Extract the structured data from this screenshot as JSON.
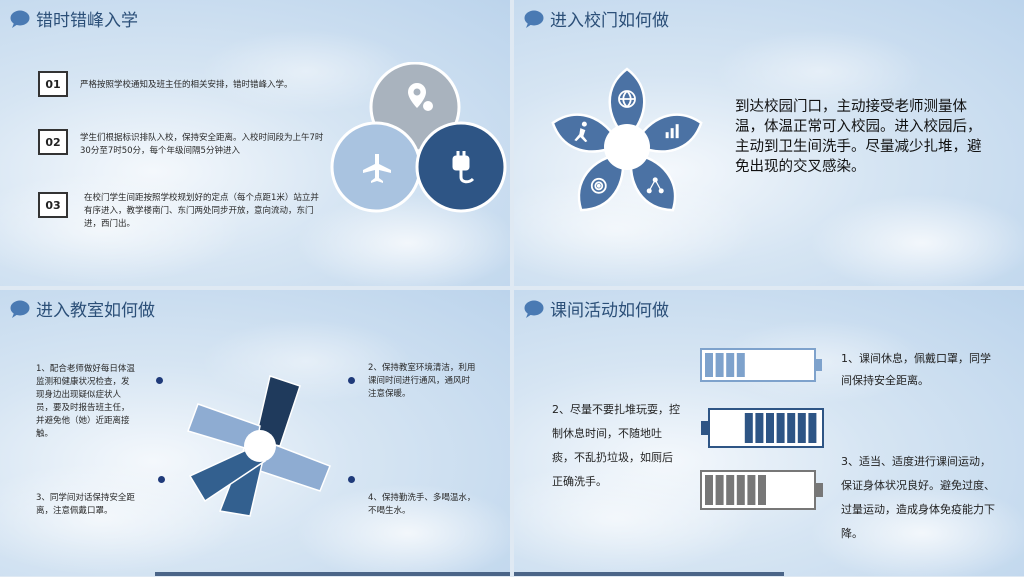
{
  "slide1": {
    "title": "错时错峰入学",
    "items": [
      {
        "num": "01",
        "text": "严格按照学校通知及班主任的相关安排，错时错峰入学。"
      },
      {
        "num": "02",
        "text": "学生们根据标识排队入校，保持安全距离。入校时间段为上午7时30分至7时50分，每个年级间隔5分钟进入"
      },
      {
        "num": "03",
        "text": "在校门学生间距按照学校规划好的定点（每个点距1米）站立并有序进入，教学楼南门、东门两处同步开放，意向流动，东门进，西门出。"
      }
    ],
    "icons": [
      "location-settings-icon",
      "airplane-icon",
      "power-plug-icon"
    ],
    "colors": {
      "top": "#a9b3be",
      "left": "#a9c3e0",
      "right": "#2e5585"
    }
  },
  "slide2": {
    "title": "进入校门如何做",
    "text": "到达校园门口，主动接受老师测量体温，体温正常可入校园。进入校园后，主动到卫生间洗手。尽量减少扎堆，避免出现的交叉感染。",
    "icons": [
      "globe-icon",
      "bar-chart-icon",
      "network-icon",
      "target-icon",
      "runner-icon"
    ],
    "colors": {
      "petal": "#4b72a4"
    }
  },
  "slide3": {
    "title": "进入教室如何做",
    "items": [
      {
        "text": "1、配合老师做好每日体温监测和健康状况检查，发现身边出现疑似症状人员，要及时报告班主任，并避免他（她）近距离接触。"
      },
      {
        "text": "2、保持教室环境清洁，利用课间时间进行通风，通风时注意保暖。"
      },
      {
        "text": "3、同学间对话保持安全距离，注意佩戴口罩。"
      },
      {
        "text": "4、保持勤洗手、多喝温水，不喝生水。"
      }
    ],
    "colors": {
      "blade_dark": "#1f3a5c",
      "blade_mid": "#33608f",
      "blade_light": "#8eacd2"
    }
  },
  "slide4": {
    "title": "课间活动如何做",
    "items": [
      {
        "text": "1、课间休息，佩戴口罩，同学间保持安全距离。"
      },
      {
        "text": "2、尽量不要扎堆玩耍，控制休息时间，不随地吐痰，不乱扔垃圾，如厕后正确洗手。"
      },
      {
        "text": "3、适当、适度进行课间运动，保证身体状况良好。避免过度、过量运动，造成身体免疫能力下降。"
      }
    ],
    "batteries": [
      {
        "name": "battery-light",
        "level": 0.4,
        "color": "#7ea2cc"
      },
      {
        "name": "battery-dark",
        "level": 0.65,
        "color": "#2e5585"
      },
      {
        "name": "battery-gray",
        "level": 0.6,
        "color": "#777777"
      }
    ]
  }
}
